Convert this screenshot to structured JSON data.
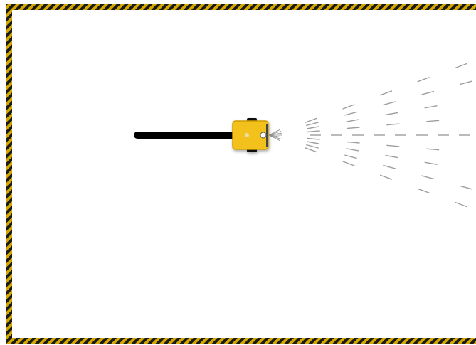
{
  "arena": {
    "border_colors": [
      "#1a1a1a",
      "#d4a800"
    ],
    "floor_color": "#ffffff"
  },
  "trail": {
    "color": "#000000"
  },
  "robot": {
    "body_color": "#f2c11c",
    "edge_color": "#d09a00",
    "wheel_color": "#111111",
    "facing": "right",
    "markers": [
      "center-dot",
      "front-sensor-dot"
    ]
  },
  "sensor": {
    "line_color": "#9e9e9e",
    "center_line": "dashed",
    "rays": 9
  }
}
